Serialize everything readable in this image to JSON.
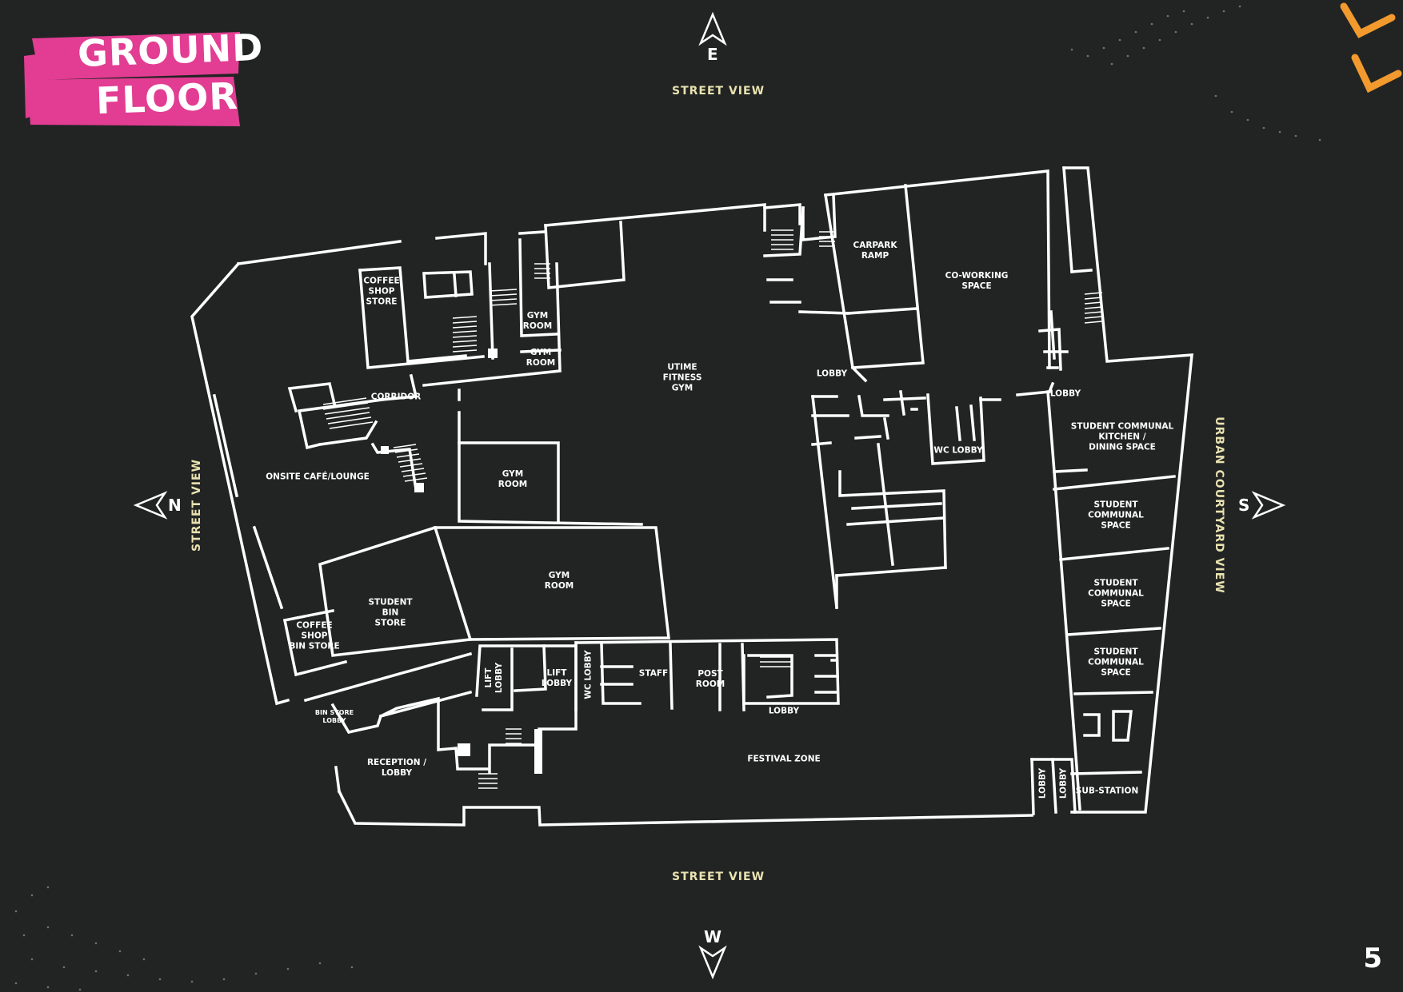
{
  "page": {
    "title_line1": "GROUND",
    "title_line2": "FLOOR",
    "page_number": "5",
    "accent_color": "#e23d92",
    "decor_color": "#f29a2e",
    "background_color": "#222424"
  },
  "views": {
    "top": "STREET VIEW",
    "bottom": "STREET VIEW",
    "left": "STREET VIEW",
    "right": "URBAN COURTYARD VIEW"
  },
  "compass": {
    "top": "E",
    "bottom": "W",
    "left": "N",
    "right": "S"
  },
  "rooms": {
    "coffee_shop_store": "COFFEE\nSHOP\nSTORE",
    "gym_room_a": "GYM\nROOM",
    "gym_room_b": "GYM\nROOM",
    "corridor": "CORRIDOR",
    "onsite_cafe": "ONSITE CAFÉ/LOUNGE",
    "gym_room_c": "GYM\nROOM",
    "gym_room_d": "GYM\nROOM",
    "utime_gym": "UTIME\nFITNESS\nGYM",
    "carpark_ramp": "CARPARK\nRAMP",
    "coworking": "CO-WORKING\nSPACE",
    "lobby_a": "LOBBY",
    "lobby_b": "LOBBY",
    "wc_lobby_a": "WC LOBBY",
    "kitchen": "STUDENT COMMUNAL\nKITCHEN /\nDINING SPACE",
    "communal_1": "STUDENT\nCOMMUNAL\nSPACE",
    "communal_2": "STUDENT\nCOMMUNAL\nSPACE",
    "communal_3": "STUDENT\nCOMMUNAL\nSPACE",
    "bin_store": "STUDENT\nBIN\nSTORE",
    "coffee_bin_store": "COFFEE\nSHOP\nBIN STORE",
    "lift_lobby_a": "LIFT\nLOBBY",
    "lift_lobby_b": "LIFT\nLOBBY",
    "wc_lobby_b": "WC LOBBY",
    "staff": "STAFF",
    "post_room": "POST\nROOM",
    "lobby_c": "LOBBY",
    "bin_store_lobby": "BIN STORE\nLOBBY",
    "reception": "RECEPTION /\nLOBBY",
    "festival_zone": "FESTIVAL ZONE",
    "lobby_d": "LOBBY",
    "lobby_e": "LOBBY",
    "substation": "SUB-STATION"
  }
}
